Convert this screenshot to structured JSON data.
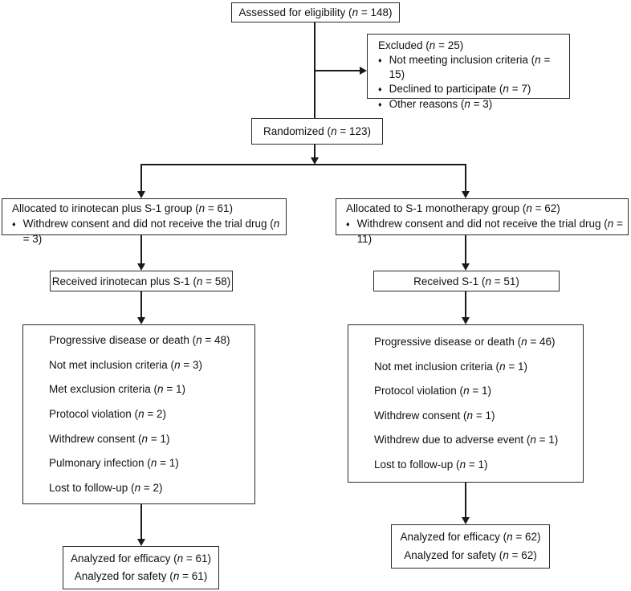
{
  "style": {
    "border_color": "#2b2b2b",
    "line_color": "#1a1a1a",
    "text_color": "#111111",
    "background": "#ffffff"
  },
  "glyphs": {
    "bullet": "♦"
  },
  "flow": {
    "assessed": "Assessed for eligibility (n = 148)",
    "excluded": {
      "title": "Excluded (n = 25)",
      "items": [
        "Not meeting inclusion criteria (n = 15)",
        "Declined to participate (n = 7)",
        "Other reasons (n = 3)"
      ]
    },
    "randomized": "Randomized (n = 123)",
    "left": {
      "allocated": {
        "title": "Allocated to irinotecan plus S-1 group (n = 61)",
        "items": [
          "Withdrew consent and did not receive the trial drug (n = 3)"
        ]
      },
      "received": "Received irinotecan plus S-1 (n = 58)",
      "discontinued": {
        "items": [
          "Progressive disease or death (n = 48)",
          "Not met inclusion criteria (n = 3)",
          "Met exclusion criteria (n = 1)",
          "Protocol violation (n = 2)",
          "Withdrew consent (n = 1)",
          "Pulmonary infection (n = 1)",
          "Lost to follow-up (n = 2)"
        ]
      },
      "analyzed": {
        "items": [
          "Analyzed for efficacy (n = 61)",
          "Analyzed for safety (n = 61)"
        ]
      }
    },
    "right": {
      "allocated": {
        "title": "Allocated to S-1 monotherapy group (n = 62)",
        "items": [
          "Withdrew consent and did not receive the trial drug (n = 11)"
        ]
      },
      "received": "Received S-1 (n = 51)",
      "discontinued": {
        "items": [
          "Progressive disease or death (n = 46)",
          "Not met inclusion criteria (n = 1)",
          "Protocol violation (n = 1)",
          "Withdrew consent (n = 1)",
          "Withdrew due to adverse event (n = 1)",
          "Lost to follow-up (n = 1)"
        ]
      },
      "analyzed": {
        "items": [
          "Analyzed for efficacy (n = 62)",
          "Analyzed for safety (n = 62)"
        ]
      }
    }
  }
}
